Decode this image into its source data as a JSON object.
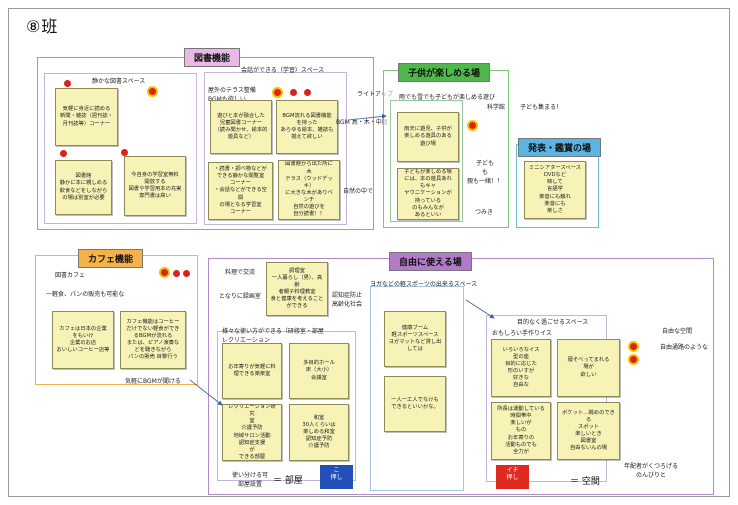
{
  "title": "⑧班",
  "regions": {
    "library": {
      "label": "図書機能",
      "color": "#e8b9e6",
      "quiet_title": "静かな図書スペース",
      "talk_title": "会話ができる（学習）スペース"
    },
    "kids": {
      "label": "子供が楽しめる場",
      "color": "#4fb84a",
      "sub": "雨でも雪でも子どもが楽しめる遊び"
    },
    "present": {
      "label": "発表・鑑賞の場",
      "color": "#59b5e2"
    },
    "cafe": {
      "label": "カフェ機能",
      "color": "#f6b24a",
      "sub": "図書カフェ",
      "sub2": "一軽食、パンの販売も可能な",
      "bottom": "気軽にBGMが聞ける"
    },
    "free": {
      "label": "自由に使える場",
      "color": "#b17bc8"
    }
  },
  "notes": {
    "lib1": "気軽に身近に読める\n新聞・雑誌（週刊誌・\n月刊誌等）コーナー",
    "lib2": "図書館\n静かに本に親しめる\n飲食などをしながら\nの場は別室が必要",
    "lib3": "今自身の学習室無料\n開放する\n図書や学習用本の充実\n専門書は高い",
    "lib4": "遊びと本が融合した\n児童図書コーナー\n（読み聞かせ、絵本的\n遊具など）",
    "lib5": "BGM流れる図書機能\nを持った\nあらゆる絵本、雑誌も\n揃えて欲しい",
    "lib6": "・読書・調べ物などが\nできる静かな閲覧室\nコーナー\n・会話などができる空間\nの場となる学習室\nコーナー",
    "lib7": "図書館から出た所に\n木\nテラス（ウッドデッキ）\nに大きな木がありベ\nンチ\n自然の遊びを\n自分読書！！",
    "kid1": "雨天に遊児、子供が\n楽しめる遊具のある\n遊び場",
    "kid2": "子どもが楽しめる場\nには、本の遊具あれ\nもキャ\nヤウニケーションが\n持っている\nのもみんなが\nあるといい",
    "pres1": "ミニシアタースペース\nDVDなど\n映して\n言語学\n楽音にも触れ\n楽音にも\n楽しさ",
    "cafe1": "カフェは日本の企業\nをもいけ\n企業のお店\nおいしいコーヒー店等",
    "cafe2": "カフェ機能はコーヒー\nだけでない軽食ができ\nるBGMが流れる\nまたは、ピアノ演奏な\nどを聴きながら\nパンの販売 目撃行う",
    "free1": "調理室\n一人暮らし（男）、高齢\n者親子料理教室\n食と健康を考えることができる",
    "free2": "お年寄りが気軽に料\n理できる楽楽室",
    "free3": "多目的ホール\n床（大小）\n会議室",
    "free4": "レクリエーション研究\n室\n介護予防\n地域サロン活動\n認知症支援\nが\nできる部屋",
    "free5": "和室\n30人くらいは\n楽しめる和室\n認知症予防\n介護予防",
    "free6": "健康ブーム\n軽スポーツスペース\nヨガマットなど貸し出\nしては",
    "free7": "一人一工人でなけも\nできるといいかな。",
    "free8": "いろいろなイス\n型の座\n目的に応じた\n形のいすが\n好きな\n自由な",
    "free9": "寝そべってまれる\n場が\n欲しい",
    "free10": "所長は運動している\n時間帯中\n楽しいが\nもの\nお年寄りの\n活動ものでも\n全力が",
    "free11": "ポケット…眺めのできる\nスポット\n楽しいとき\n図書室\n自由ないんの場"
  },
  "labels": {
    "outdoor": "屋外のテラス整備\nBGMも欲しい",
    "light_up": "ライトアップ",
    "bgm_wood": "BGM 鳥・木・中庭",
    "nature": "自然の中で",
    "kagaku": "科学館",
    "kids_gather": "子ども集まる！",
    "kodomo": "子ども\nも\n親も一緒！！",
    "tsumiki": "つみき",
    "cooking": "料理で交流",
    "tonari": "となりに録画室",
    "dementia": "認知症防止\n高齢化社会",
    "yoga": "ヨガなどの軽スポーツの出来るスペース",
    "various": "様々な使い方ができる（研修室・部屋\nレクリエーション",
    "free_rest": "目的なく過ごせるスペース",
    "zaiseki": "おもしろい手作りイス",
    "jiyu1": "自由な空間",
    "jiyu2": "自由通路のような",
    "tsukai": "使い分ける可\n部屋設置",
    "heya": "＝ 部屋",
    "kuukan": "＝ 空間",
    "kotsu": "年配者がくつろげる\nのんびりと",
    "push1": "こ\n押し",
    "push2": "イチ\n押し"
  }
}
